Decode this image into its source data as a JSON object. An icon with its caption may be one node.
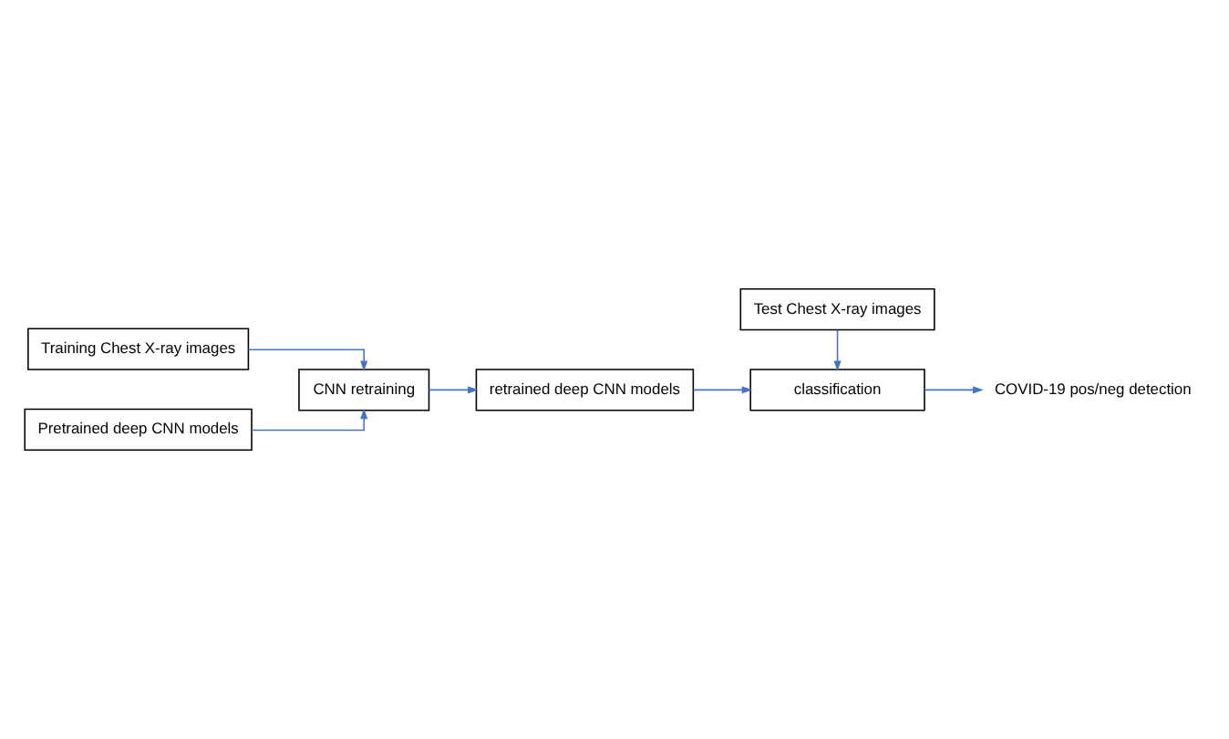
{
  "diagram": {
    "nodes": [
      {
        "text": [
          "Training Chest X-ray images"
        ]
      },
      {
        "text": [
          "Pretrained deep CNN models"
        ]
      },
      {
        "text": [
          "CNN retraining"
        ]
      },
      {
        "text": [
          "retrained deep CNN models"
        ]
      },
      {
        "text": [
          "Test Chest X-ray images"
        ]
      },
      {
        "text": [
          "classification"
        ]
      },
      {
        "text": [
          "COVID-19 pos/neg detection"
        ]
      }
    ],
    "edges": [
      {
        "from": 0,
        "to": 2,
        "arrow": "to"
      },
      {
        "from": 1,
        "to": 2,
        "arrow": "to"
      },
      {
        "from": 2,
        "to": 3,
        "arrow": "to"
      },
      {
        "from": 3,
        "to": 5,
        "arrow": "to"
      },
      {
        "from": 4,
        "to": 5,
        "arrow": "to"
      },
      {
        "from": 5,
        "to": 6,
        "arrow": "to"
      }
    ]
  }
}
